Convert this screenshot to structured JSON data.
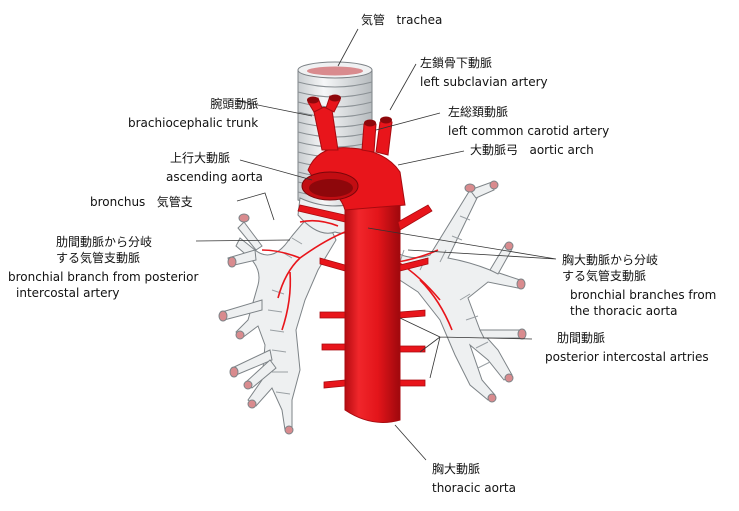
{
  "labels": {
    "trachea": {
      "jp": "気管",
      "en": "trachea"
    },
    "left_subclavian": {
      "jp": "左鎖骨下動脈",
      "en": "left subclavian artery"
    },
    "brachiocephalic": {
      "jp": "腕頭動脈",
      "en": "brachiocephalic trunk"
    },
    "left_common_carotid": {
      "jp": "左総頚動脈",
      "en": "left common carotid artery"
    },
    "aortic_arch": {
      "jp": "大動脈弓",
      "en": "aortic arch"
    },
    "ascending_aorta": {
      "jp": "上行大動脈",
      "en": "ascending aorta"
    },
    "bronchus": {
      "en": "bronchus",
      "jp": "気管支"
    },
    "bronchial_branch_posterior": {
      "jp1": "肋間動脈から分岐",
      "jp2": "する気管支動脈",
      "en1": "bronchial branch from posterior",
      "en2": "intercostal artery"
    },
    "bronchial_branches_thoracic": {
      "jp1": "胸大動脈から分岐",
      "jp2": "する気管支動脈",
      "en1": "bronchial branches from",
      "en2": "the thoracic aorta"
    },
    "posterior_intercostal": {
      "jp": "肋間動脈",
      "en": "posterior intercostal artries"
    },
    "thoracic_aorta": {
      "jp": "胸大動脈",
      "en": "thoracic aorta"
    }
  },
  "colors": {
    "artery": "#e8151b",
    "artery_dark": "#a80a0f",
    "airway": "#eef0f1",
    "airway_stroke": "#7d8387",
    "airway_lumen": "#d98b8e",
    "leader": "#333333"
  }
}
